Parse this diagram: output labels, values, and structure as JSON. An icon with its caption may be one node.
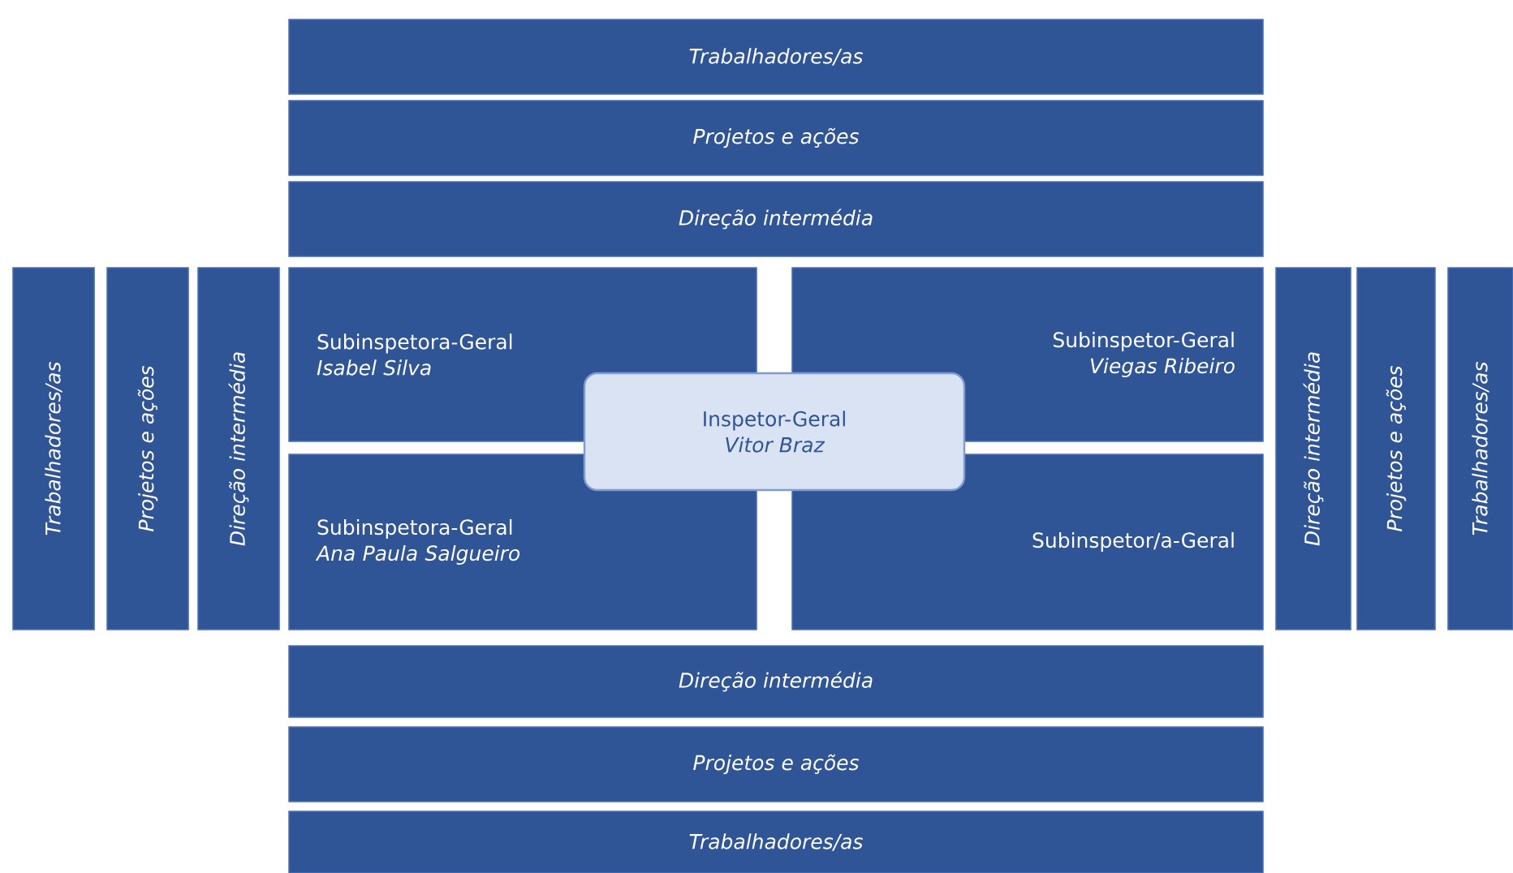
{
  "diagram": {
    "nodes": [
      {
        "text": [
          "Trabalhadores/as"
        ]
      },
      {
        "text": [
          "Projetos e ações"
        ]
      },
      {
        "text": [
          "Direção intermédia"
        ]
      },
      {
        "text": [
          "Subinspetora-Geral",
          "Isabel Silva"
        ]
      },
      {
        "text": [
          "Subinspetor-Geral",
          "Viegas Ribeiro"
        ]
      },
      {
        "text": [
          "Inspetor-Geral",
          "Vitor Braz"
        ]
      },
      {
        "text": [
          "Subinspetora-Geral",
          "Ana Paula Salgueiro"
        ]
      },
      {
        "text": [
          "Subinspetor/a-Geral"
        ]
      },
      {
        "text": [
          "Trabalhadores/as"
        ]
      },
      {
        "text": [
          "Projetos e ações"
        ]
      },
      {
        "text": [
          "Direção intermédia"
        ]
      },
      {
        "text": [
          "Direção intermédia"
        ]
      },
      {
        "text": [
          "Projetos e ações"
        ]
      },
      {
        "text": [
          "Trabalhadores/as"
        ]
      },
      {
        "text": [
          "Direção intermédia"
        ]
      },
      {
        "text": [
          "Projetos e ações"
        ]
      },
      {
        "text": [
          "Trabalhadores/as"
        ]
      }
    ]
  }
}
